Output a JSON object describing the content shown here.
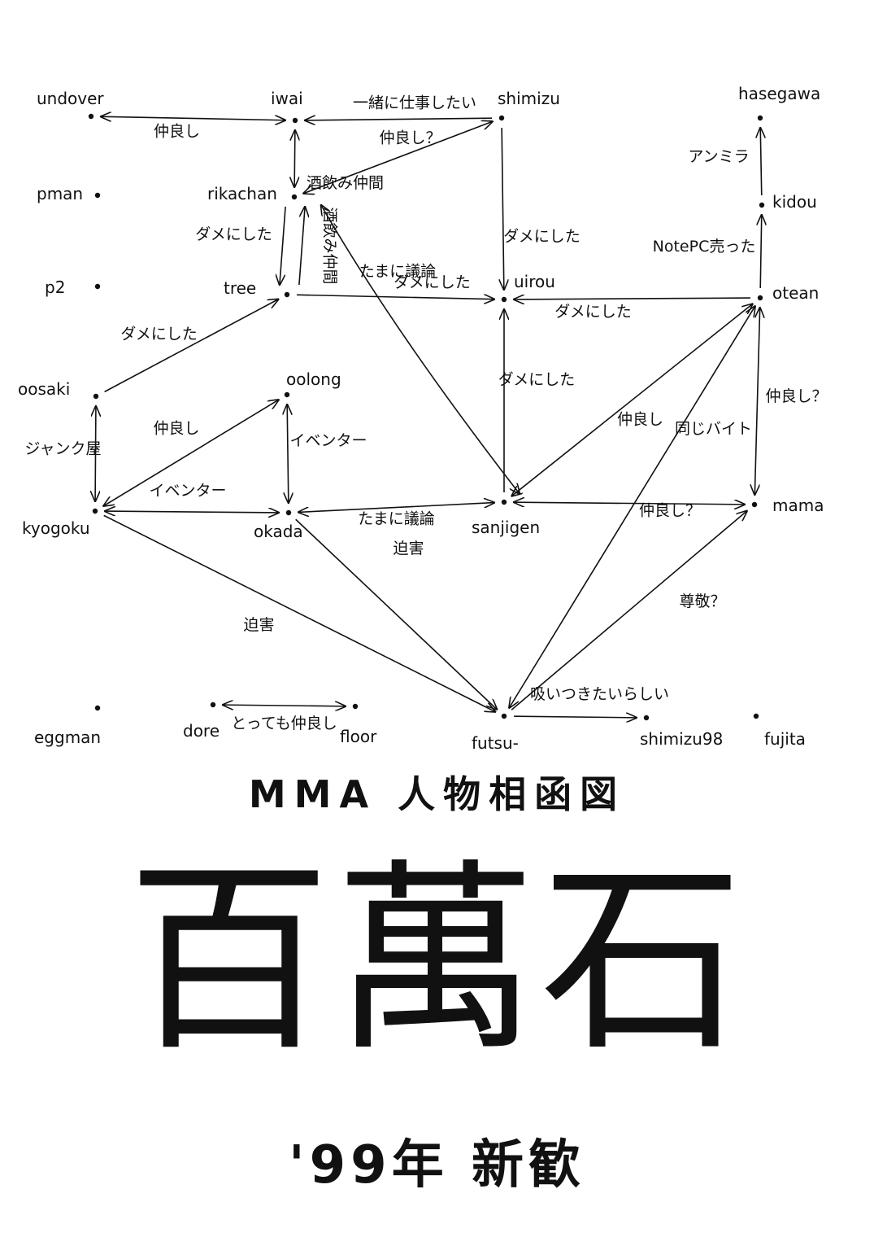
{
  "diagram": {
    "nodes": [
      {
        "id": "undover",
        "label": "undover"
      },
      {
        "id": "iwai",
        "label": "iwai"
      },
      {
        "id": "shimizu",
        "label": "shimizu"
      },
      {
        "id": "hasegawa",
        "label": "hasegawa"
      },
      {
        "id": "pman",
        "label": "pman"
      },
      {
        "id": "rikachan",
        "label": "rikachan"
      },
      {
        "id": "kidou",
        "label": "kidou"
      },
      {
        "id": "p2",
        "label": "p2"
      },
      {
        "id": "tree",
        "label": "tree"
      },
      {
        "id": "uirou",
        "label": "uirou"
      },
      {
        "id": "otean",
        "label": "otean"
      },
      {
        "id": "oosaki",
        "label": "oosaki"
      },
      {
        "id": "oolong",
        "label": "oolong"
      },
      {
        "id": "kyogoku",
        "label": "kyogoku"
      },
      {
        "id": "okada",
        "label": "okada"
      },
      {
        "id": "sanjigen",
        "label": "sanjigen"
      },
      {
        "id": "mama",
        "label": "mama"
      },
      {
        "id": "eggman",
        "label": "eggman"
      },
      {
        "id": "dore",
        "label": "dore"
      },
      {
        "id": "floor",
        "label": "floor"
      },
      {
        "id": "futsu",
        "label": "futsu-"
      },
      {
        "id": "shimizu98",
        "label": "shimizu98"
      },
      {
        "id": "fujita",
        "label": "fujita"
      }
    ],
    "edges": [
      {
        "from": "undover",
        "to": "iwai",
        "label": "仲良し",
        "dir": "both"
      },
      {
        "from": "shimizu",
        "to": "iwai",
        "label": "一緒に仕事したい",
        "dir": "forward"
      },
      {
        "from": "iwai",
        "to": "rikachan",
        "label": "酒飲み仲間",
        "dir": "both"
      },
      {
        "from": "shimizu",
        "to": "rikachan",
        "label": "仲良し？",
        "dir": "both"
      },
      {
        "from": "shimizu",
        "to": "uirou",
        "label": "ダメにした",
        "dir": "forward"
      },
      {
        "from": "rikachan",
        "to": "tree",
        "label": "ダメにした",
        "dir": "forward"
      },
      {
        "from": "tree",
        "to": "rikachan",
        "label": "酒飲み仲間",
        "dir": "forward"
      },
      {
        "from": "tree",
        "to": "uirou",
        "label": "ダメにした",
        "dir": "forward"
      },
      {
        "from": "otean",
        "to": "uirou",
        "label": "ダメにした",
        "dir": "forward"
      },
      {
        "from": "otean",
        "to": "kidou",
        "label": "NotePC売った",
        "dir": "forward"
      },
      {
        "from": "kidou",
        "to": "hasegawa",
        "label": "アンミラ",
        "dir": "forward"
      },
      {
        "from": "oosaki",
        "to": "tree",
        "label": "ダメにした",
        "dir": "forward"
      },
      {
        "from": "rikachan",
        "to": "sanjigen",
        "label": "たまに議論",
        "dir": "both"
      },
      {
        "from": "sanjigen",
        "to": "uirou",
        "label": "ダメにした",
        "dir": "forward"
      },
      {
        "from": "oosaki",
        "to": "kyogoku",
        "label": "ジャンク屋",
        "dir": "both"
      },
      {
        "from": "kyogoku",
        "to": "oolong",
        "label": "仲良し",
        "dir": "both"
      },
      {
        "from": "oolong",
        "to": "okada",
        "label": "イベンター",
        "dir": "both"
      },
      {
        "from": "kyogoku",
        "to": "okada",
        "label": "イベンター",
        "dir": "both"
      },
      {
        "from": "okada",
        "to": "sanjigen",
        "label": "たまに議論",
        "dir": "both"
      },
      {
        "from": "sanjigen",
        "to": "otean",
        "label": "仲良し",
        "dir": "both"
      },
      {
        "from": "otean",
        "to": "mama",
        "label": "仲良し？",
        "dir": "both"
      },
      {
        "from": "sanjigen",
        "to": "mama",
        "label": "仲良し？",
        "dir": "both"
      },
      {
        "from": "otean",
        "to": "futsu",
        "label": "同じバイト",
        "dir": "both"
      },
      {
        "from": "futsu",
        "to": "mama",
        "label": "尊敬？",
        "dir": "forward"
      },
      {
        "from": "kyogoku",
        "to": "futsu",
        "label": "迫害",
        "dir": "forward"
      },
      {
        "from": "okada",
        "to": "futsu",
        "label": "迫害",
        "dir": "forward"
      },
      {
        "from": "dore",
        "to": "floor",
        "label": "とっても仲良し",
        "dir": "both"
      },
      {
        "from": "futsu",
        "to": "shimizu98",
        "label": "吸いつきたいらしい",
        "dir": "forward"
      }
    ]
  },
  "subtitle": "MMA 人物相函図",
  "main_title": "百萬石",
  "footer": "'99年 新歓"
}
